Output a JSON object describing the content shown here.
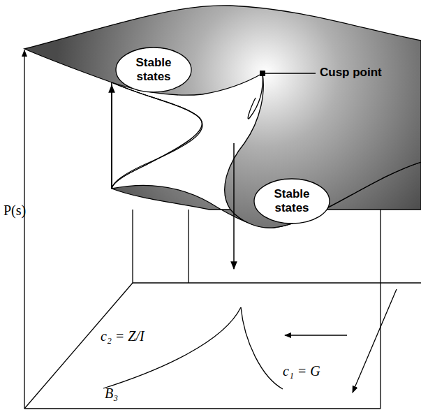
{
  "diagram": {
    "nodes": [
      {
        "text": [
          "Stable states"
        ]
      },
      {
        "text": [
          "Stable states"
        ]
      }
    ],
    "labels": [
      "Cusp point",
      "P(s)",
      "c₂ = Z/I",
      "c₁ = G",
      "B₃"
    ]
  }
}
